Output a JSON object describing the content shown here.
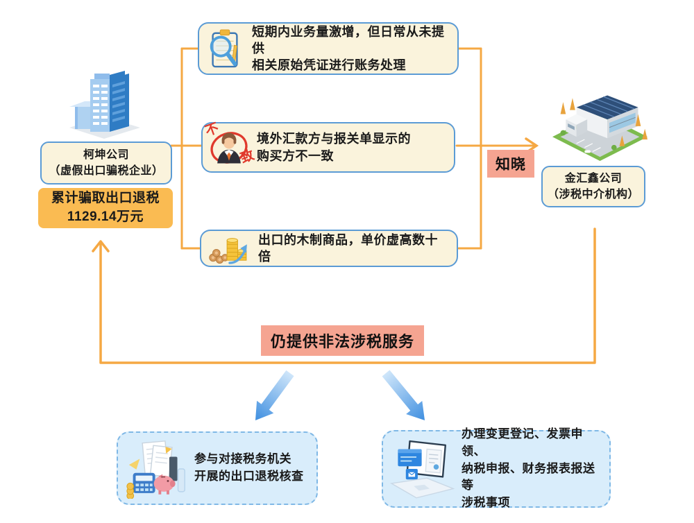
{
  "left_company": {
    "name": "柯坤公司",
    "subtitle": "（虚假出口骗税企业）",
    "stat": {
      "line1": "累计骗取出口退税",
      "line2": "1129.14万元"
    },
    "building_icon": "blue-office-building-illustration"
  },
  "right_company": {
    "name": "金汇鑫公司",
    "subtitle": "（涉税中介机构）",
    "building_icon": "isometric-office-campus-illustration"
  },
  "findings": [
    {
      "icon": "clipboard-magnifier-icon",
      "lines": [
        "短期内业务量激增，但日常从未提供",
        "相关原始凭证进行账务处理"
      ]
    },
    {
      "icon": "mismatch-person-icon",
      "stamp": {
        "top_char": "不",
        "bottom_char": "致"
      },
      "lines": [
        "境外汇款方与报关单显示的",
        "购买方不一致"
      ]
    },
    {
      "icon": "coins-price-up-icon",
      "lines": [
        "出口的木制商品，单价虚高数十倍"
      ]
    }
  ],
  "relations": {
    "aware_label": "知晓",
    "illegal_service_label": "仍提供非法涉税服务"
  },
  "services": [
    {
      "icon": "tax-audit-illustration",
      "lines": [
        "参与对接税务机关",
        "开展的出口退税核查"
      ]
    },
    {
      "icon": "laptop-filing-illustration",
      "lines": [
        "办理变更登记、发票申领、",
        "纳税申报、财务报表报送等",
        "涉税事项"
      ]
    }
  ],
  "colors": {
    "connector_orange": "#F5A843",
    "highlight_amber": "#FABB52",
    "highlight_salmon": "#F5A491",
    "box_cream": "#FAF3DC",
    "box_border_blue": "#5B9BD5",
    "service_box_fill": "#D9EDFB",
    "service_box_border": "#7FB8E6",
    "arrow_blue_dark": "#3F8FE0",
    "arrow_blue_light": "#CFE6FA"
  }
}
